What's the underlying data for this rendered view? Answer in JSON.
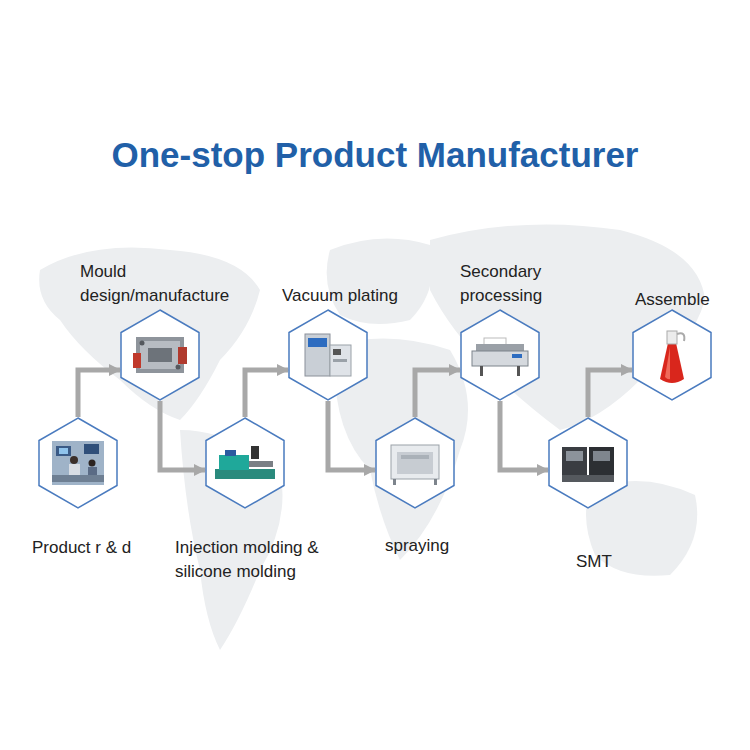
{
  "diagram": {
    "title": "One-stop Product Manufacturer",
    "nodes": [
      {
        "text": [
          "Product r & d"
        ]
      },
      {
        "text": [
          "Mould design/manufacture"
        ]
      },
      {
        "text": [
          "Injection molding & silicone molding"
        ]
      },
      {
        "text": [
          "Vacuum plating"
        ]
      },
      {
        "text": [
          "spraying"
        ]
      },
      {
        "text": [
          "Secondary processing"
        ]
      },
      {
        "text": [
          "SMT"
        ]
      },
      {
        "text": [
          "Assemble"
        ]
      }
    ],
    "edges": [
      {
        "from": 0,
        "to": 1,
        "arrow": "to"
      },
      {
        "from": 1,
        "to": 2,
        "arrow": "to"
      },
      {
        "from": 2,
        "to": 3,
        "arrow": "to"
      },
      {
        "from": 3,
        "to": 4,
        "arrow": "to"
      },
      {
        "from": 4,
        "to": 5,
        "arrow": "to"
      },
      {
        "from": 5,
        "to": 6,
        "arrow": "to"
      },
      {
        "from": 6,
        "to": 7,
        "arrow": "to"
      }
    ]
  }
}
